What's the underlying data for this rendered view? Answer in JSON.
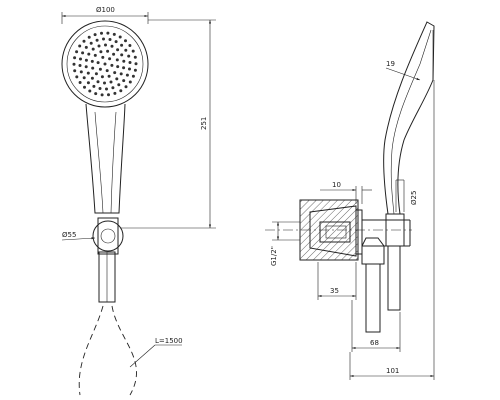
{
  "dimensions": {
    "head_diameter": "Ø100",
    "overall_length": "251",
    "holder_diameter": "Ø55",
    "hose_length": "L=1500",
    "angle": "19",
    "holder_depth": "10",
    "hose_diameter": "Ø25",
    "thread": "G1/2\"",
    "wall_offset": "35",
    "projection_mid": "68",
    "projection_total": "101"
  },
  "colors": {
    "line": "#222222",
    "background": "#ffffff"
  }
}
